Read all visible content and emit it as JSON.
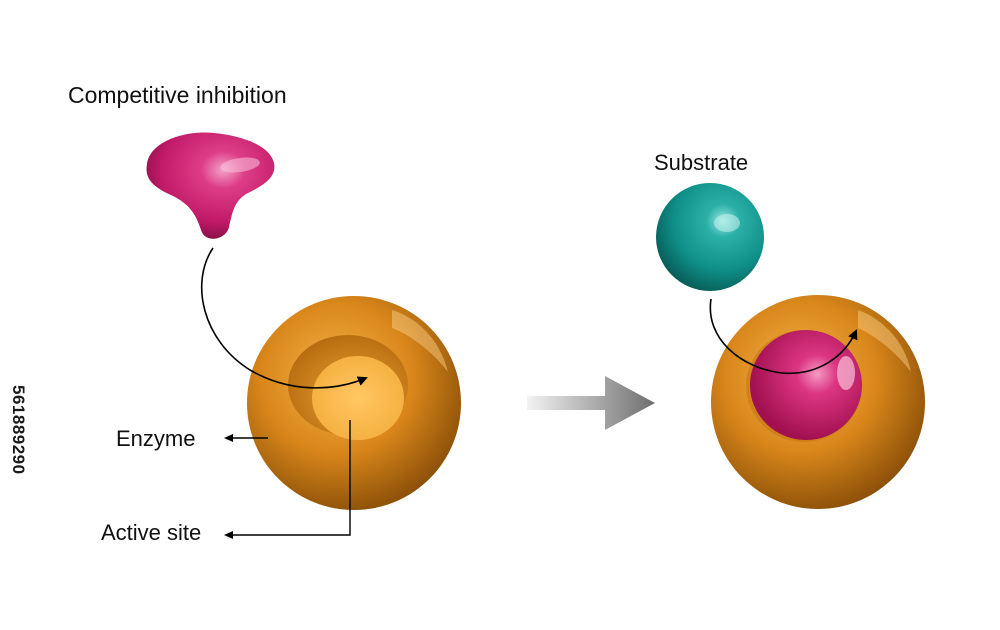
{
  "diagram": {
    "title": "Competitive inhibition",
    "labels": {
      "substrate": "Substrate",
      "enzyme": "Enzyme",
      "active_site": "Active site"
    },
    "stock_id": "561889290"
  },
  "colors": {
    "enzyme": "#d8861a",
    "enzyme_dark": "#8a4f08",
    "active_site": "#f7b446",
    "inhibitor": "#c11a68",
    "substrate": "#0f8f88",
    "arrow": "#000000",
    "process_arrow": "#7a7a7a"
  }
}
